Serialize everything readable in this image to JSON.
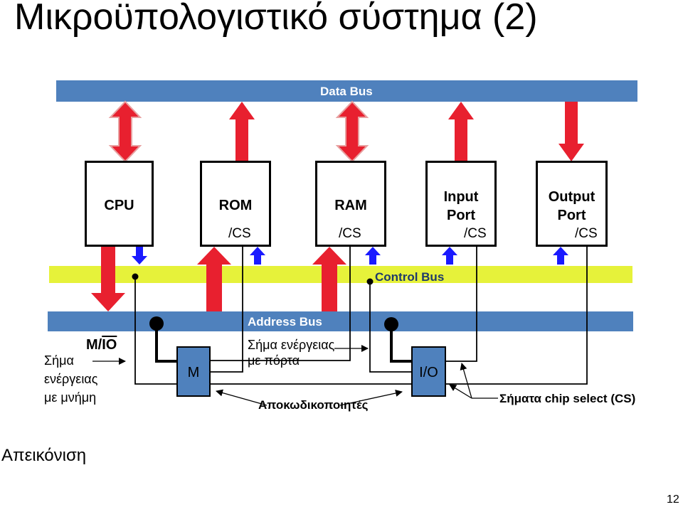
{
  "slide": {
    "title": "Μικροϋπολογιστικό σύστημα (2)",
    "footer_left": "Απεικόνιση",
    "page_number": "12"
  },
  "buses": {
    "data": "Data Bus",
    "control": "Control Bus",
    "address": "Address Bus"
  },
  "components": {
    "cpu": "CPU",
    "rom": "ROM",
    "ram": "RAM",
    "input_line1": "Input",
    "input_line2": "Port",
    "output_line1": "Output",
    "output_line2": "Port",
    "cs": "/CS"
  },
  "decoders": {
    "memory": "M",
    "io": "I/O"
  },
  "labels": {
    "mio_prefix": "M/",
    "mio_bar": "IO",
    "mem_signal_line1": "Σήμα",
    "mem_signal_line2": "ενέργειας",
    "mem_signal_line3": "με μνήμη",
    "port_signal_line1": "Σήμα ενέργειας",
    "port_signal_line2": "με πόρτα",
    "decoders_label": "Αποκωδικοποιητές",
    "chip_select_label": "Σήματα chip select (CS)"
  },
  "colors": {
    "bus_blue": "#4f81bd",
    "control_yellow": "#e6f23a",
    "arrow_red": "#e8202f",
    "arrow_blue": "#1a1aff"
  }
}
